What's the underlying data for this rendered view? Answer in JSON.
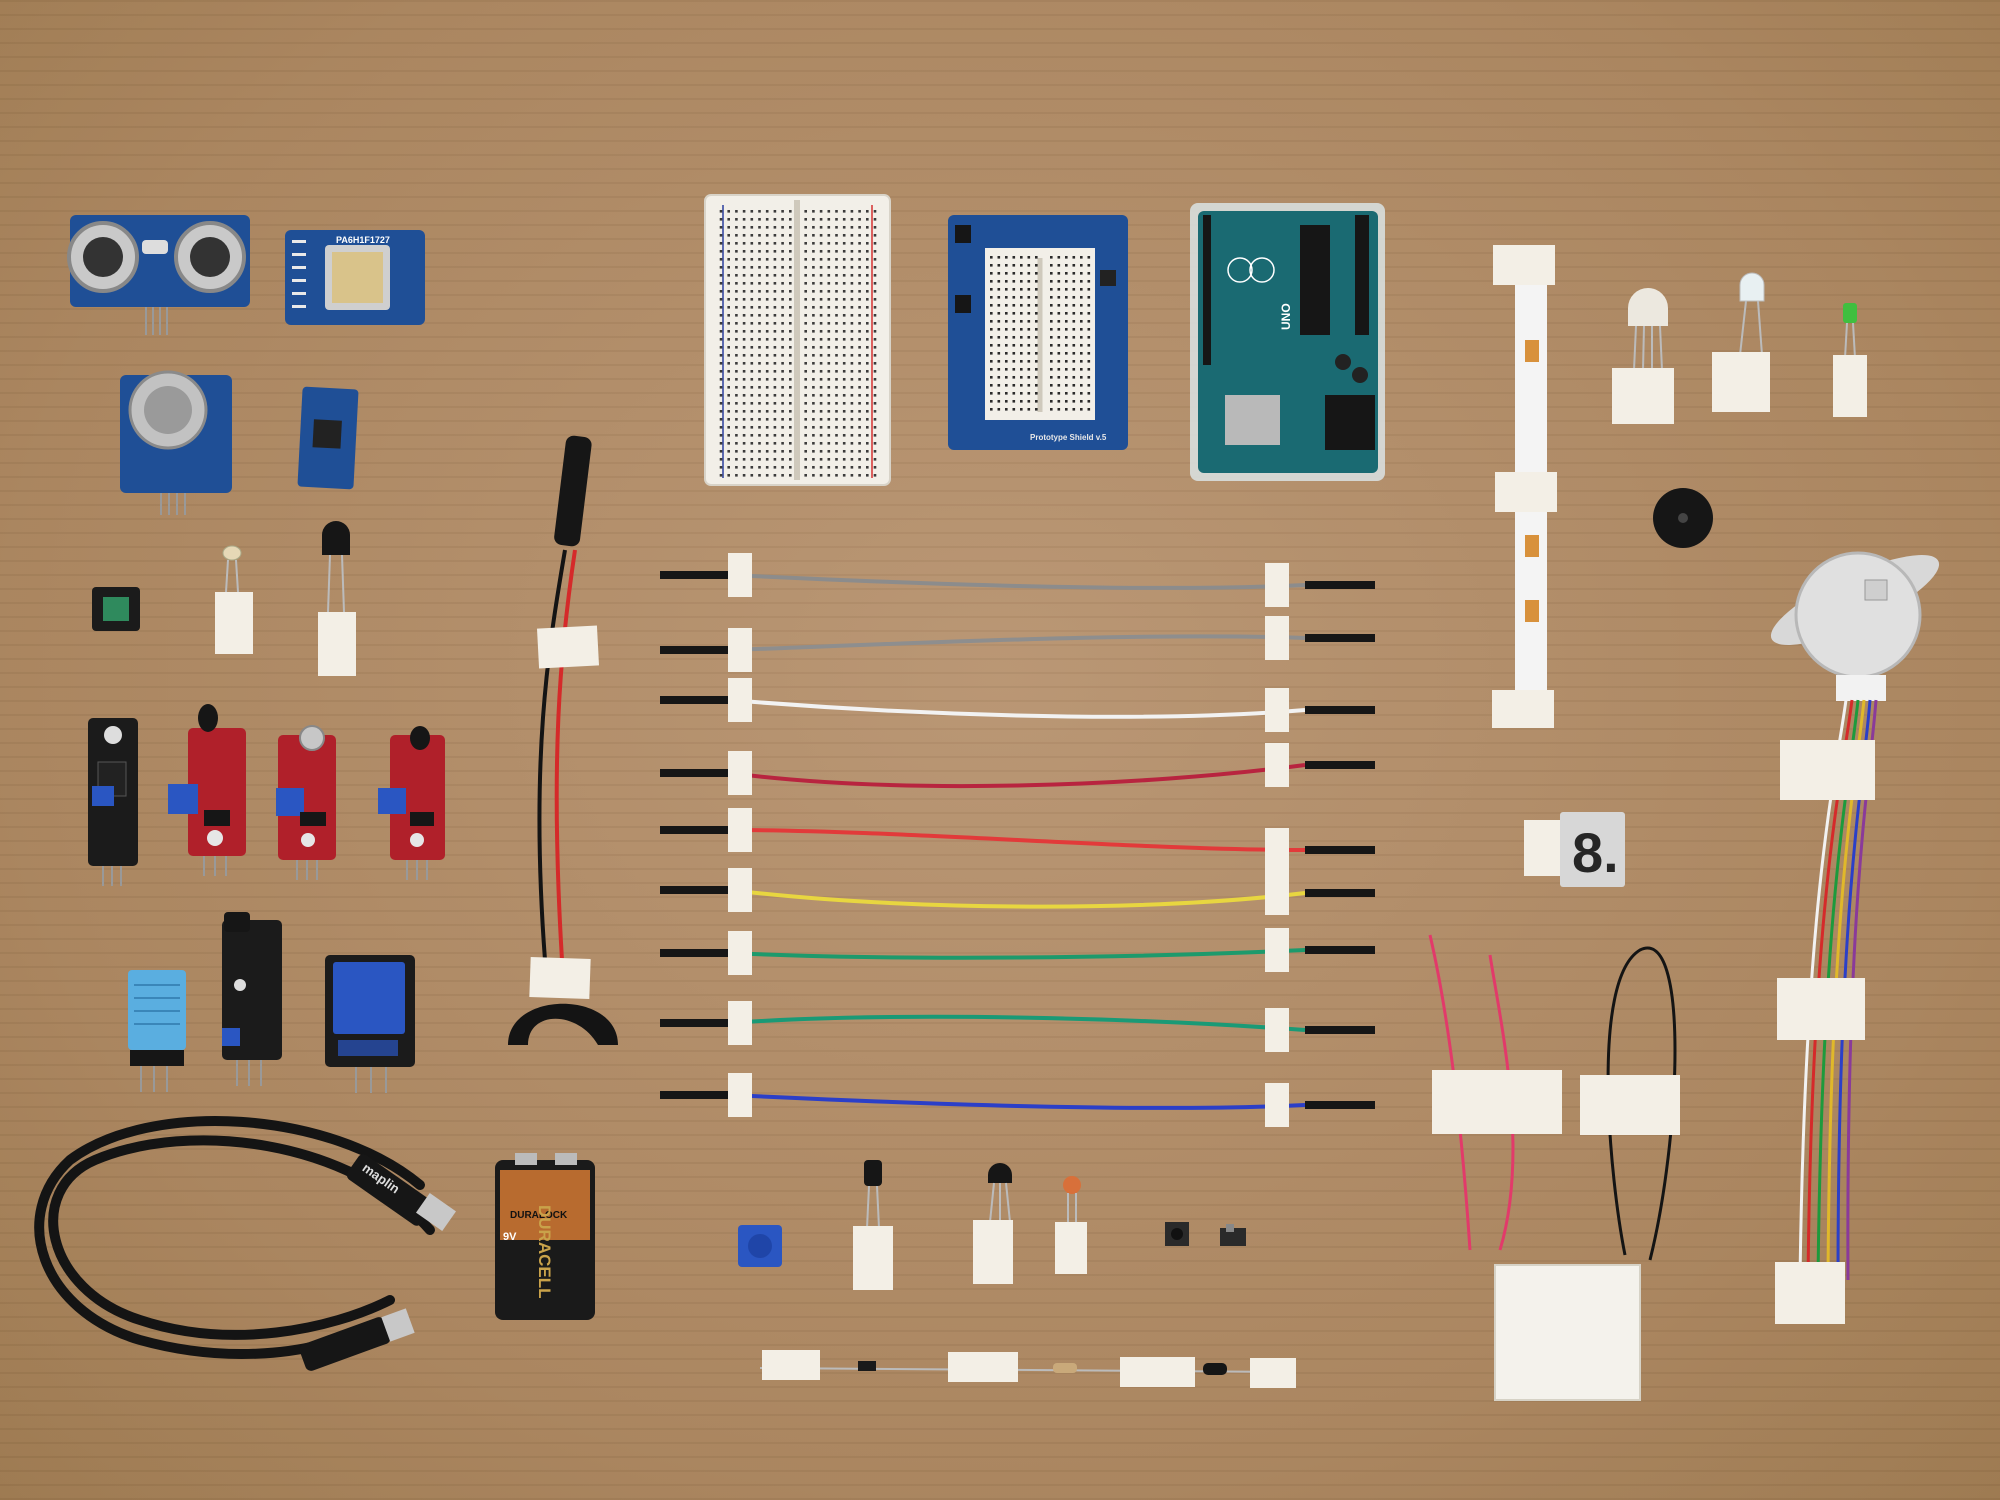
{
  "battery": {
    "brand": "DURACELL",
    "lock": "DURALOCK",
    "voltage": "9V"
  },
  "usb_cable": {
    "brand": "maplin"
  },
  "gps_module": {
    "chip": "PA6H1F1727"
  },
  "arduino": {
    "model": "UNO"
  },
  "proto_shield": {
    "label": "Prototype Shield v.5"
  },
  "seven_segment": {
    "digit": "8."
  },
  "colors": {
    "cardboard": "#b08a63",
    "tape": "#f3efe6",
    "pcb_blue": "#1f4f96",
    "pcb_red": "#b0202a",
    "pcb_black": "#1b1b1b",
    "arduino_teal": "#1a6a72"
  },
  "jumper_wires": [
    {
      "color": "#8c8c8c"
    },
    {
      "color": "#8e8e8e"
    },
    {
      "color": "#f2f2f2"
    },
    {
      "color": "#b8243f"
    },
    {
      "color": "#e23a3a"
    },
    {
      "color": "#e8d640"
    },
    {
      "color": "#1d9a6c"
    },
    {
      "color": "#1a9a76"
    },
    {
      "color": "#2b3fc8"
    }
  ]
}
